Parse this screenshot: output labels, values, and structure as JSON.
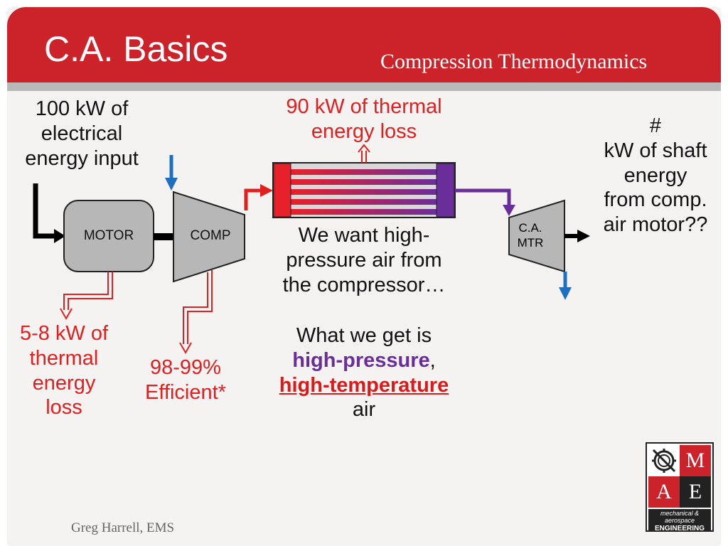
{
  "slide": {
    "title": "C.A. Basics",
    "subtitle": "Compression Thermodynamics",
    "credit": "Greg Harrell, EMS"
  },
  "diagram": {
    "motor_label": "MOTOR",
    "comp_label": "COMP",
    "camtr_line1": "C.A.",
    "camtr_line2": "MTR",
    "input_text": [
      "100 kW of",
      "electrical",
      "energy input"
    ],
    "thermal_loss_top": [
      "90 kW of thermal",
      "energy loss"
    ],
    "motor_loss": [
      "5-8 kW of",
      "thermal",
      "energy",
      "loss"
    ],
    "comp_eff": [
      "98-99%",
      "Efficient*"
    ],
    "want_text": [
      "We want high-",
      "pressure air from",
      "the compressor…"
    ],
    "get_text_1": "What we get is",
    "get_high_pressure": "high-pressure",
    "get_comma": ",",
    "get_high_temp": "high-temperature",
    "get_air": "air",
    "shaft_text": [
      "#",
      "kW of shaft",
      "energy",
      "from comp.",
      "air motor??"
    ]
  },
  "logo": {
    "m": "M",
    "a": "A",
    "e": "E",
    "text_1": "mechanical & aerospace",
    "text_2": "ENGINEERING"
  },
  "colors": {
    "header_red": "#cc2229",
    "loss_red": "#e02020",
    "flow_purple": "#6a2e9a",
    "air_blue": "#1f6fc0",
    "machine_gray": "#b7b7b7"
  }
}
